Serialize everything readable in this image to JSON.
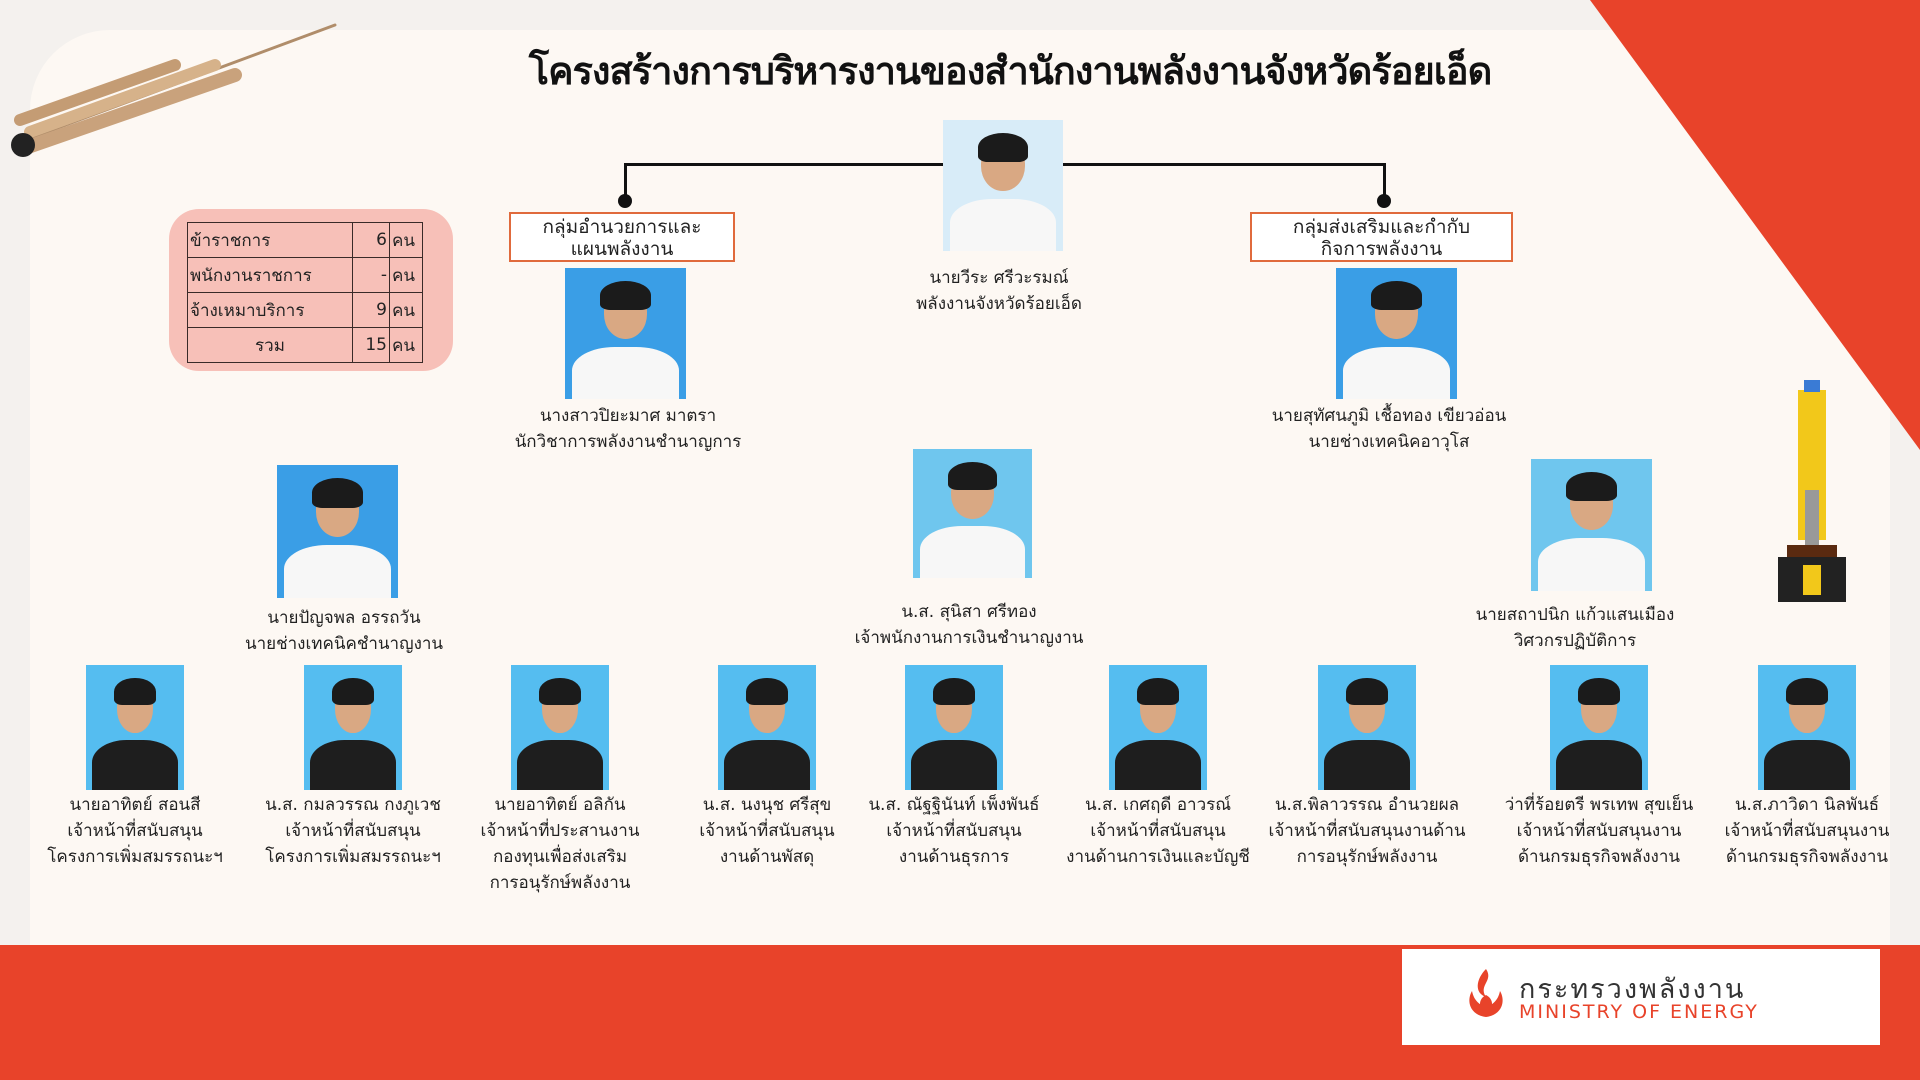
{
  "title": "โครงสร้างการบริหารงานของสำนักงานพลังงานจังหวัดร้อยเอ็ด",
  "colors": {
    "accent": "#e8432a",
    "group_border": "#e06a3c",
    "stats_bg": "#f7c0b8"
  },
  "stats": {
    "rows": [
      {
        "label": "ข้าราชการ",
        "count": "6",
        "unit": "คน"
      },
      {
        "label": "พนักงานราชการ",
        "count": "-",
        "unit": "คน"
      },
      {
        "label": "จ้างเหมาบริการ",
        "count": "9",
        "unit": "คน"
      },
      {
        "label": "รวม",
        "count": "15",
        "unit": "คน"
      }
    ]
  },
  "groups": {
    "left": {
      "line1": "กลุ่มอำนวยการและ",
      "line2": "แผนพลังงาน"
    },
    "right": {
      "line1": "กลุ่มส่งเสริมและกำกับ",
      "line2": "กิจการพลังงาน"
    }
  },
  "chief": {
    "lines": [
      "นายวีระ ศรีวะรมณ์",
      "พลังงานจังหวัดร้อยเอ็ด"
    ]
  },
  "staff": [
    {
      "lines": [
        "นางสาวปิยะมาศ มาตรา",
        "นักวิชาการพลังงานชำนาญการ"
      ]
    },
    {
      "lines": [
        "นายสุทัศนภูมิ เชื้อทอง เขียวอ่อน",
        "นายช่างเทคนิคอาวุโส"
      ]
    },
    {
      "lines": [
        "นายปัญจพล อรรถวัน",
        "นายช่างเทคนิคชำนาญงาน"
      ]
    },
    {
      "lines": [
        "น.ส. สุนิสา ศรีทอง",
        "เจ้าพนักงานการเงินชำนาญงาน"
      ]
    },
    {
      "lines": [
        "นายสถาปนิก แก้วแสนเมือง",
        "วิศวกรปฏิบัติการ"
      ]
    },
    {
      "lines": [
        "นายอาทิตย์ สอนสี",
        "เจ้าหน้าที่สนับสนุน",
        "โครงการเพิ่มสมรรถนะฯ"
      ]
    },
    {
      "lines": [
        "น.ส. กมลวรรณ กงภูเวช",
        "เจ้าหน้าที่สนับสนุน",
        "โครงการเพิ่มสมรรถนะฯ"
      ]
    },
    {
      "lines": [
        "นายอาทิตย์ อลิกัน",
        "เจ้าหน้าที่ประสานงาน",
        "กองทุนเพื่อส่งเสริม",
        "การอนุรักษ์พลังงาน"
      ]
    },
    {
      "lines": [
        "น.ส. นงนุช ศรีสุข",
        "เจ้าหน้าที่สนับสนุน",
        "งานด้านพัสดุ"
      ]
    },
    {
      "lines": [
        "น.ส. ณัฐฐินันท์ เพ็งพันธ์",
        "เจ้าหน้าที่สนับสนุน",
        "งานด้านธุรการ"
      ]
    },
    {
      "lines": [
        "น.ส. เกศฤดี อาวรณ์",
        "เจ้าหน้าที่สนับสนุน",
        "งานด้านการเงินและบัญชี"
      ]
    },
    {
      "lines": [
        "น.ส.พิลาวรรณ อำนวยผล",
        "เจ้าหน้าที่สนับสนุนงานด้าน",
        "การอนุรักษ์พลังงาน"
      ]
    },
    {
      "lines": [
        "ว่าที่ร้อยตรี พรเทพ สุขเย็น",
        "เจ้าหน้าที่สนับสนุนงาน",
        "ด้านกรมธุรกิจพลังงาน"
      ]
    },
    {
      "lines": [
        "น.ส.ภาวิดา นิลพันธ์",
        "เจ้าหน้าที่สนับสนุนงาน",
        "ด้านกรมธุรกิจพลังงาน"
      ]
    }
  ],
  "logo": {
    "thai": "กระทรวงพลังงาน",
    "english": "MINISTRY OF ENERGY"
  }
}
